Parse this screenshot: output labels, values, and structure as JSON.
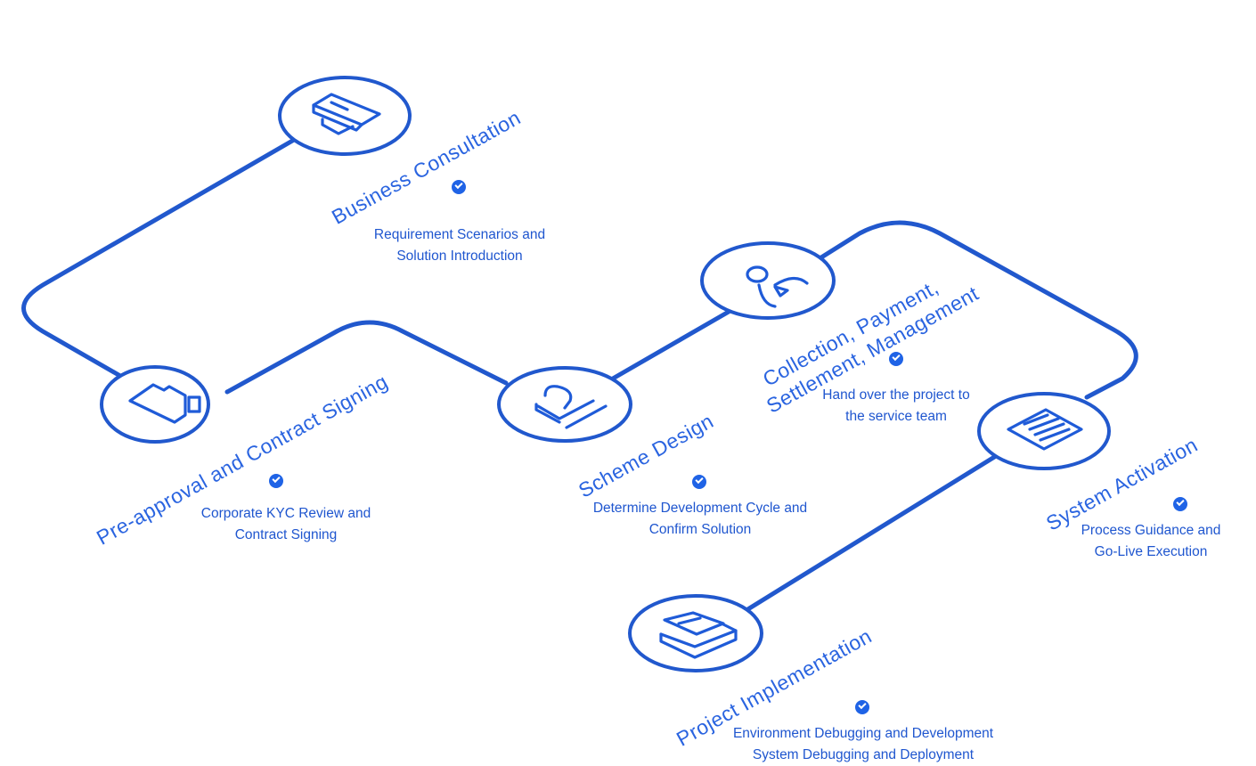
{
  "colors": {
    "accent": "#2158cd",
    "text": "#1f56cf",
    "check": "#1f63e6"
  },
  "steps": [
    {
      "title": "Business Consultation",
      "icon": "folder-documents-icon",
      "lines": [
        "Requirement Scenarios and",
        "Solution Introduction"
      ]
    },
    {
      "title": "Pre-approval and Contract Signing",
      "icon": "document-clip-icon",
      "lines": [
        "Corporate KYC Review and",
        "Contract Signing"
      ]
    },
    {
      "title": "Scheme Design",
      "icon": "stamp-icon",
      "lines": [
        "Determine Development Cycle and",
        "Confirm Solution"
      ]
    },
    {
      "title": "Collection, Payment,",
      "title2": "Settlement, Management",
      "icon": "user-service-icon",
      "lines": [
        "Hand over the project to",
        "the service team"
      ]
    },
    {
      "title": "System Activation",
      "icon": "checklist-icon",
      "lines": [
        "Process Guidance and",
        "Go-Live Execution"
      ]
    },
    {
      "title": "Project Implementation",
      "icon": "inbox-tray-icon",
      "lines": [
        "Environment Debugging and Development",
        "System Debugging and Deployment"
      ]
    }
  ]
}
